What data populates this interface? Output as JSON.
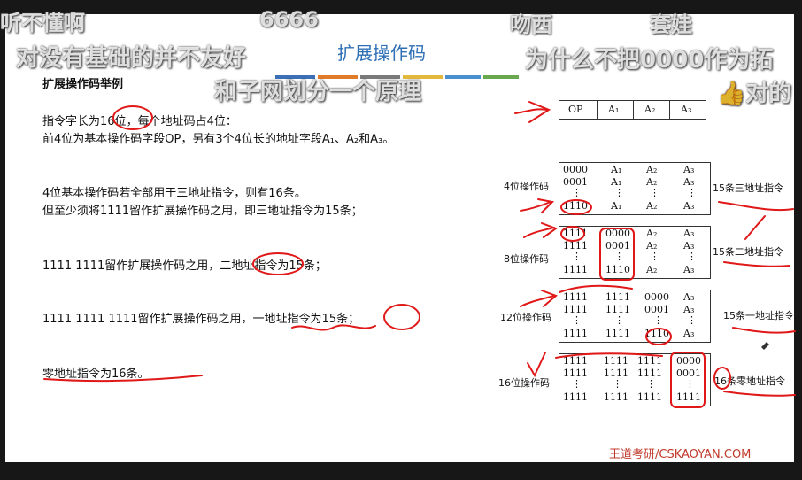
{
  "slide": {
    "title": "扩展操作码",
    "heading": "扩展操作码举例",
    "para1_line1_a": "指令字长为",
    "para1_line1_b": "16位",
    "para1_line1_c": "，每个地址码占4位：",
    "para1_line2": "前4位为基本操作码字段OP，另有3个4位长的地址字段A₁、A₂和A₃。",
    "para2_line1": "4位基本操作码若全部用于三地址指令，则有16条。",
    "para2_line2": "但至少须将1111留作扩展操作码之用，即三地址指令为15条；",
    "para3_a": "1111 1111留作扩展操作码之用，",
    "para3_b": "二地址指令为15条；",
    "para4_a": "1111 1111 1111留作扩展操作码之用，",
    "para4_b": "一地址指令为15条；",
    "para5": "零地址指令为16条。",
    "watermark": "王道考研/CSKAOYAN.COM",
    "accent_colors": [
      "#3b6fb6",
      "#e07b2a",
      "#7a7a7a",
      "#e2b93a",
      "#4a8fd0",
      "#69a84f"
    ]
  },
  "format_table": {
    "cells": [
      "OP",
      "A₁",
      "A₂",
      "A₃"
    ]
  },
  "groups": [
    {
      "label": "4位操作码",
      "right_label": "15条三地址指令",
      "rows": [
        [
          "0000",
          "A₁",
          "A₂",
          "A₃"
        ],
        [
          "0001",
          "A₁",
          "A₂",
          "A₃"
        ],
        [
          "⋮",
          "⋮",
          "⋮",
          "⋮"
        ],
        [
          "1110",
          "A₁",
          "A₂",
          "A₃"
        ]
      ]
    },
    {
      "label": "8位操作码",
      "right_label": "15条二地址指令",
      "rows": [
        [
          "1111",
          "0000",
          "A₂",
          "A₃"
        ],
        [
          "1111",
          "0001",
          "A₂",
          "A₃"
        ],
        [
          "⋮",
          "⋮",
          "⋮",
          "⋮"
        ],
        [
          "1111",
          "1110",
          "A₂",
          "A₃"
        ]
      ]
    },
    {
      "label": "12位操作码",
      "right_label": "15条一地址指令",
      "rows": [
        [
          "1111",
          "1111",
          "0000",
          "A₃"
        ],
        [
          "1111",
          "1111",
          "0001",
          "A₃"
        ],
        [
          "⋮",
          "⋮",
          "⋮",
          "⋮"
        ],
        [
          "1111",
          "1111",
          "1110",
          "A₃"
        ]
      ]
    },
    {
      "label": "16位操作码",
      "right_label": "16条零地址指令",
      "rows": [
        [
          "1111",
          "1111",
          "1111",
          "0000"
        ],
        [
          "1111",
          "1111",
          "1111",
          "0001"
        ],
        [
          "⋮",
          "⋮",
          "⋮",
          "⋮"
        ],
        [
          "1111",
          "1111",
          "1111",
          "1111"
        ]
      ]
    }
  ],
  "danmaku": [
    "听不懂啊",
    "6666",
    "吻西",
    "套娃",
    "对没有基础的并不友好",
    "为什么不把0000作为拓",
    "和子网划分一个原理",
    "👍对的"
  ]
}
